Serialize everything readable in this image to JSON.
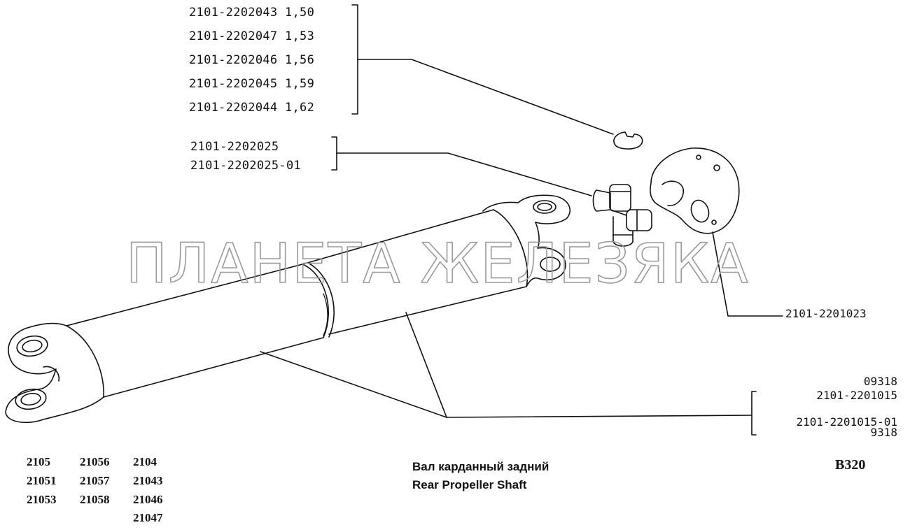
{
  "callouts": {
    "circlip_group": [
      {
        "part": "2101-2202043",
        "size": "1,50"
      },
      {
        "part": "2101-2202047",
        "size": "1,53"
      },
      {
        "part": "2101-2202046",
        "size": "1,56"
      },
      {
        "part": "2101-2202045",
        "size": "1,59"
      },
      {
        "part": "2101-2202044",
        "size": "1,62"
      }
    ],
    "spider_group": [
      "2101-2202025",
      "2101-2202025-01"
    ],
    "flange": "2101-2201023",
    "shaft_group": [
      "09318",
      "2101-2201015",
      "2101-2201015-01",
      "9318"
    ]
  },
  "watermark": "ПЛАНЕТА ЖЕЛЕЗЯКА",
  "models": {
    "col1": [
      "2105",
      "21051",
      "21053"
    ],
    "col2": [
      "21056",
      "21057",
      "21058"
    ],
    "col3": [
      "2104",
      "21043",
      "21046",
      "21047"
    ]
  },
  "title": {
    "ru": "Вал карданный задний",
    "en": "Rear Propeller Shaft"
  },
  "diagram_code": "B320"
}
